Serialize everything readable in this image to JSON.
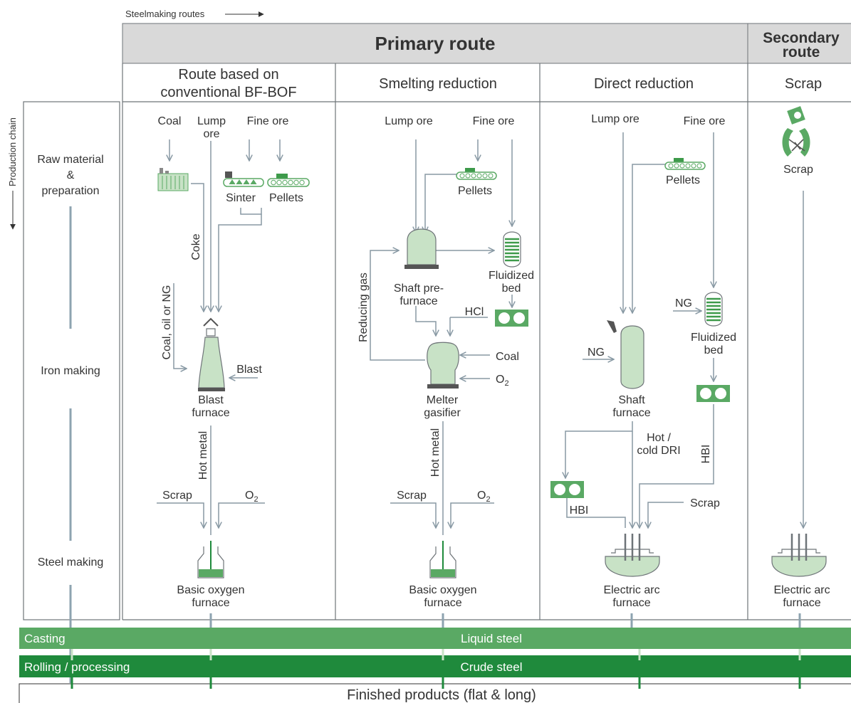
{
  "header": {
    "steelmaking_routes": "Steelmaking routes",
    "primary_route": "Primary route",
    "secondary_route_l1": "Secondary",
    "secondary_route_l2": "route",
    "production_chain": "Production chain"
  },
  "columns": {
    "bf_bof_l1": "Route based on",
    "bf_bof_l2": "conventional BF-BOF",
    "smelting": "Smelting reduction",
    "direct": "Direct reduction",
    "scrap": "Scrap"
  },
  "stages": {
    "raw_l1": "Raw material",
    "raw_l2": "&",
    "raw_l3": "preparation",
    "iron": "Iron making",
    "steel": "Steel making"
  },
  "bf": {
    "coal": "Coal",
    "lump_l1": "Lump",
    "lump_l2": "ore",
    "fine_ore": "Fine ore",
    "sinter": "Sinter",
    "pellets": "Pellets",
    "coke": "Coke",
    "coal_oil_ng": "Coal, oil or NG",
    "blast": "Blast",
    "bf_l1": "Blast",
    "bf_l2": "furnace",
    "hot_metal": "Hot metal",
    "scrap": "Scrap",
    "o2": "O",
    "o2_sub": "2",
    "bof_l1": "Basic oxygen",
    "bof_l2": "furnace"
  },
  "sr": {
    "lump_ore": "Lump ore",
    "fine_ore": "Fine ore",
    "pellets": "Pellets",
    "reducing_gas": "Reducing gas",
    "shaft_l1": "Shaft pre-",
    "shaft_l2": "furnace",
    "fluid_l1": "Fluidized",
    "fluid_l2": "bed",
    "hcl": "HCl",
    "coal": "Coal",
    "o2": "O",
    "o2_sub": "2",
    "melter_l1": "Melter",
    "melter_l2": "gasifier",
    "hot_metal": "Hot metal",
    "scrap": "Scrap",
    "bof_l1": "Basic oxygen",
    "bof_l2": "furnace"
  },
  "dr": {
    "lump_ore": "Lump ore",
    "fine_ore": "Fine ore",
    "pellets": "Pellets",
    "ng1": "NG",
    "ng2": "NG",
    "fluid_l1": "Fluidized",
    "fluid_l2": "bed",
    "shaft_l1": "Shaft",
    "shaft_l2": "furnace",
    "dri_l1": "Hot /",
    "dri_l2": "cold DRI",
    "hbi1": "HBI",
    "hbi2": "HBI",
    "scrap": "Scrap",
    "eaf_l1": "Electric arc",
    "eaf_l2": "furnace"
  },
  "sec": {
    "scrap": "Scrap",
    "eaf_l1": "Electric arc",
    "eaf_l2": "furnace"
  },
  "bars": {
    "casting": "Casting",
    "liquid_steel": "Liquid steel",
    "rolling": "Rolling / processing",
    "crude_steel": "Crude steel",
    "finished": "Finished products (flat & long)"
  },
  "colors": {
    "header_bg": "#d9d9d9",
    "green_light": "#5aa964",
    "green_dark": "#1f8a3c",
    "equipment_fill": "#c8e2c6",
    "equipment_dark": "#3d9a4a",
    "flow": "#8899a4"
  }
}
